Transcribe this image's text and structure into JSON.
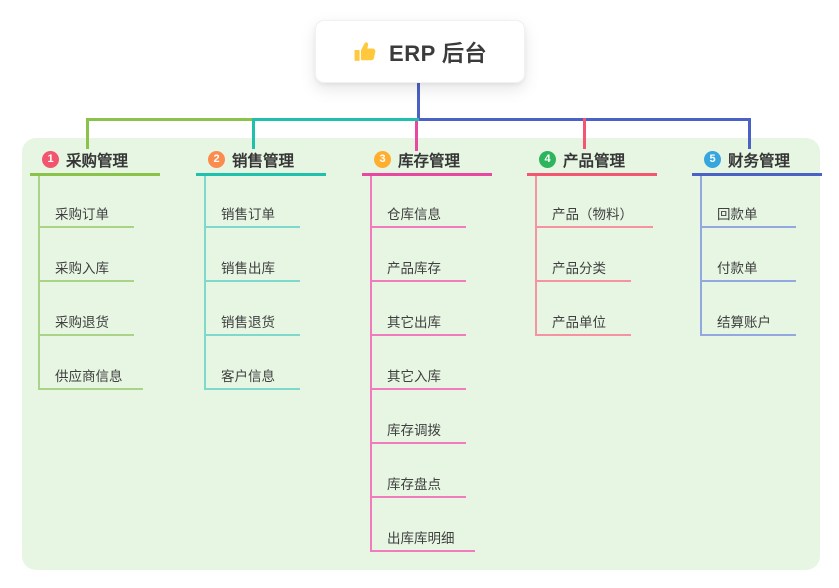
{
  "root": {
    "label": "ERP 后台",
    "icon": "thumbs-up-icon"
  },
  "canvas": {
    "background": "#FFFFFF",
    "panel_color": "#E7F6E3"
  },
  "connector": {
    "color": "#4A62C6"
  },
  "branches": [
    {
      "num": "1",
      "label": "采购管理",
      "badge_color": "#F2566E",
      "line_color": "#8BC34A",
      "child_line_color": "#A9D487",
      "children": [
        "采购订单",
        "采购入库",
        "采购退货",
        "供应商信息"
      ]
    },
    {
      "num": "2",
      "label": "销售管理",
      "badge_color": "#FB8C4E",
      "line_color": "#1FC0AC",
      "child_line_color": "#7ED9CC",
      "children": [
        "销售订单",
        "销售出库",
        "销售退货",
        "客户信息"
      ]
    },
    {
      "num": "3",
      "label": "库存管理",
      "badge_color": "#FFAE2E",
      "line_color": "#E8489F",
      "child_line_color": "#F07CBE",
      "children": [
        "仓库信息",
        "产品库存",
        "其它出库",
        "其它入库",
        "库存调拨",
        "库存盘点",
        "出库库明细"
      ]
    },
    {
      "num": "4",
      "label": "产品管理",
      "badge_color": "#2DB55D",
      "line_color": "#F4566F",
      "child_line_color": "#F792A0",
      "children": [
        "产品（物料）",
        "产品分类",
        "产品单位"
      ]
    },
    {
      "num": "5",
      "label": "财务管理",
      "badge_color": "#35A7DE",
      "line_color": "#4A62C6",
      "child_line_color": "#93A7E0",
      "children": [
        "回款单",
        "付款单",
        "结算账户"
      ]
    }
  ]
}
